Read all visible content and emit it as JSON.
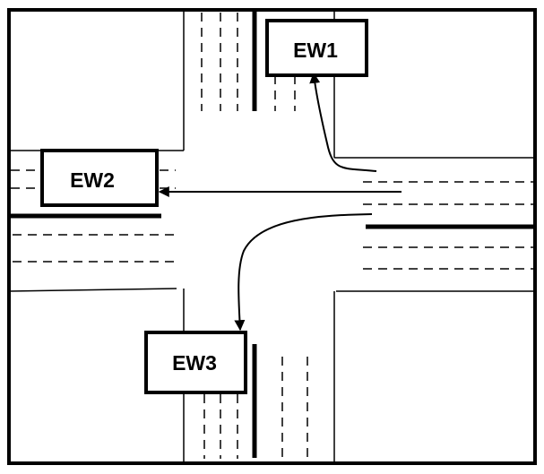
{
  "diagram": {
    "labels": {
      "ew1": "EW1",
      "ew2": "EW2",
      "ew3": "EW3"
    },
    "colors": {
      "ink": "#000000",
      "background": "#ffffff"
    }
  }
}
